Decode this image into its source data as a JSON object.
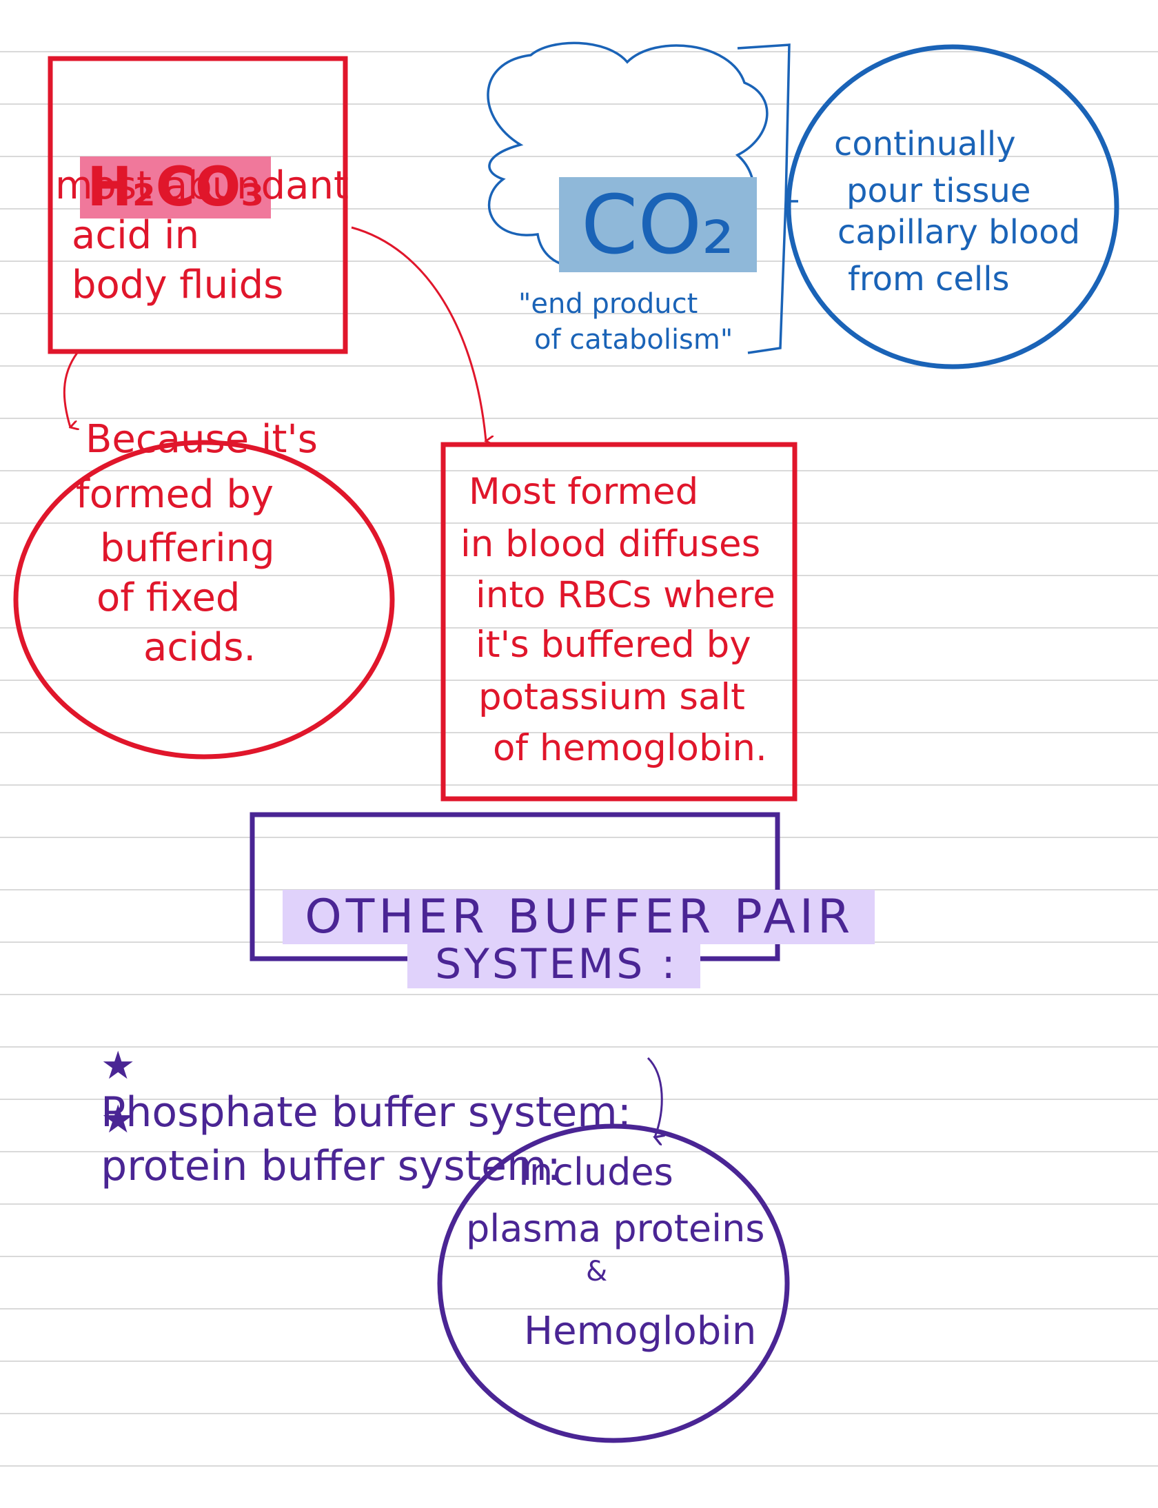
{
  "colors": {
    "red": "#e0162b",
    "blue": "#1a63b7",
    "purple": "#4a2594",
    "pink_highlight": "#f0789b",
    "blue_highlight": "#8fb8d9",
    "lavender_highlight": "#e0d2fb",
    "rule_lines": "#d9d9d9"
  },
  "h2co3": {
    "formula": "H₂CO₃",
    "lines": [
      "most abundant",
      "acid in",
      "body fluids"
    ]
  },
  "because_circle": {
    "lines": [
      "Because it's",
      "formed by",
      "buffering",
      "of fixed",
      "acids."
    ]
  },
  "rbc_box": {
    "lines": [
      "Most formed",
      "in blood diffuses",
      "into RBCs where",
      "it's buffered by",
      "potassium salt",
      "of hemoglobin."
    ]
  },
  "co2": {
    "formula": "CO₂",
    "caption_lines": [
      "\"end product",
      "of catabolism\""
    ]
  },
  "continually_circle": {
    "lines": [
      "continually",
      "pour tissue",
      "capillary blood",
      "from cells"
    ]
  },
  "other_buffer": {
    "line1": "OTHER BUFFER PAIR",
    "line2": "SYSTEMS :"
  },
  "buffer_list": {
    "items": [
      {
        "bullet": "★",
        "label": "Phosphate buffer system:"
      },
      {
        "bullet": "★",
        "label": "protein buffer system:"
      }
    ]
  },
  "includes_circle": {
    "lines": [
      "Includes",
      "plasma proteins",
      "&",
      "Hemoglobin"
    ]
  }
}
